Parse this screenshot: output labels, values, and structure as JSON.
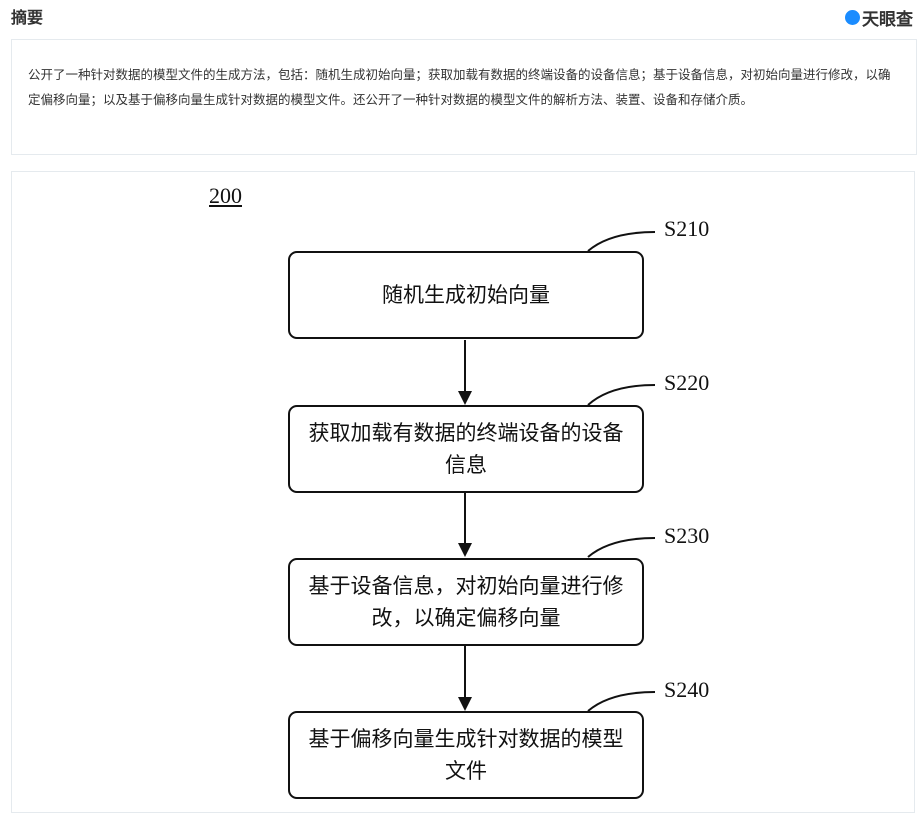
{
  "header": {
    "title": "摘要",
    "logo_text": "天眼查"
  },
  "abstract": "公开了一种针对数据的模型文件的生成方法，包括：随机生成初始向量；获取加载有数据的终端设备的设备信息；基于设备信息，对初始向量进行修改，以确定偏移向量；以及基于偏移向量生成针对数据的模型文件。还公开了一种针对数据的模型文件的解析方法、装置、设备和存储介质。",
  "figure": {
    "id": "200",
    "steps": [
      {
        "label": "S210",
        "text": "随机生成初始向量"
      },
      {
        "label": "S220",
        "text": "获取加载有数据的终端设备的设备信息"
      },
      {
        "label": "S230",
        "text": "基于设备信息，对初始向量进行修改，以确定偏移向量"
      },
      {
        "label": "S240",
        "text": "基于偏移向量生成针对数据的模型文件"
      }
    ]
  }
}
